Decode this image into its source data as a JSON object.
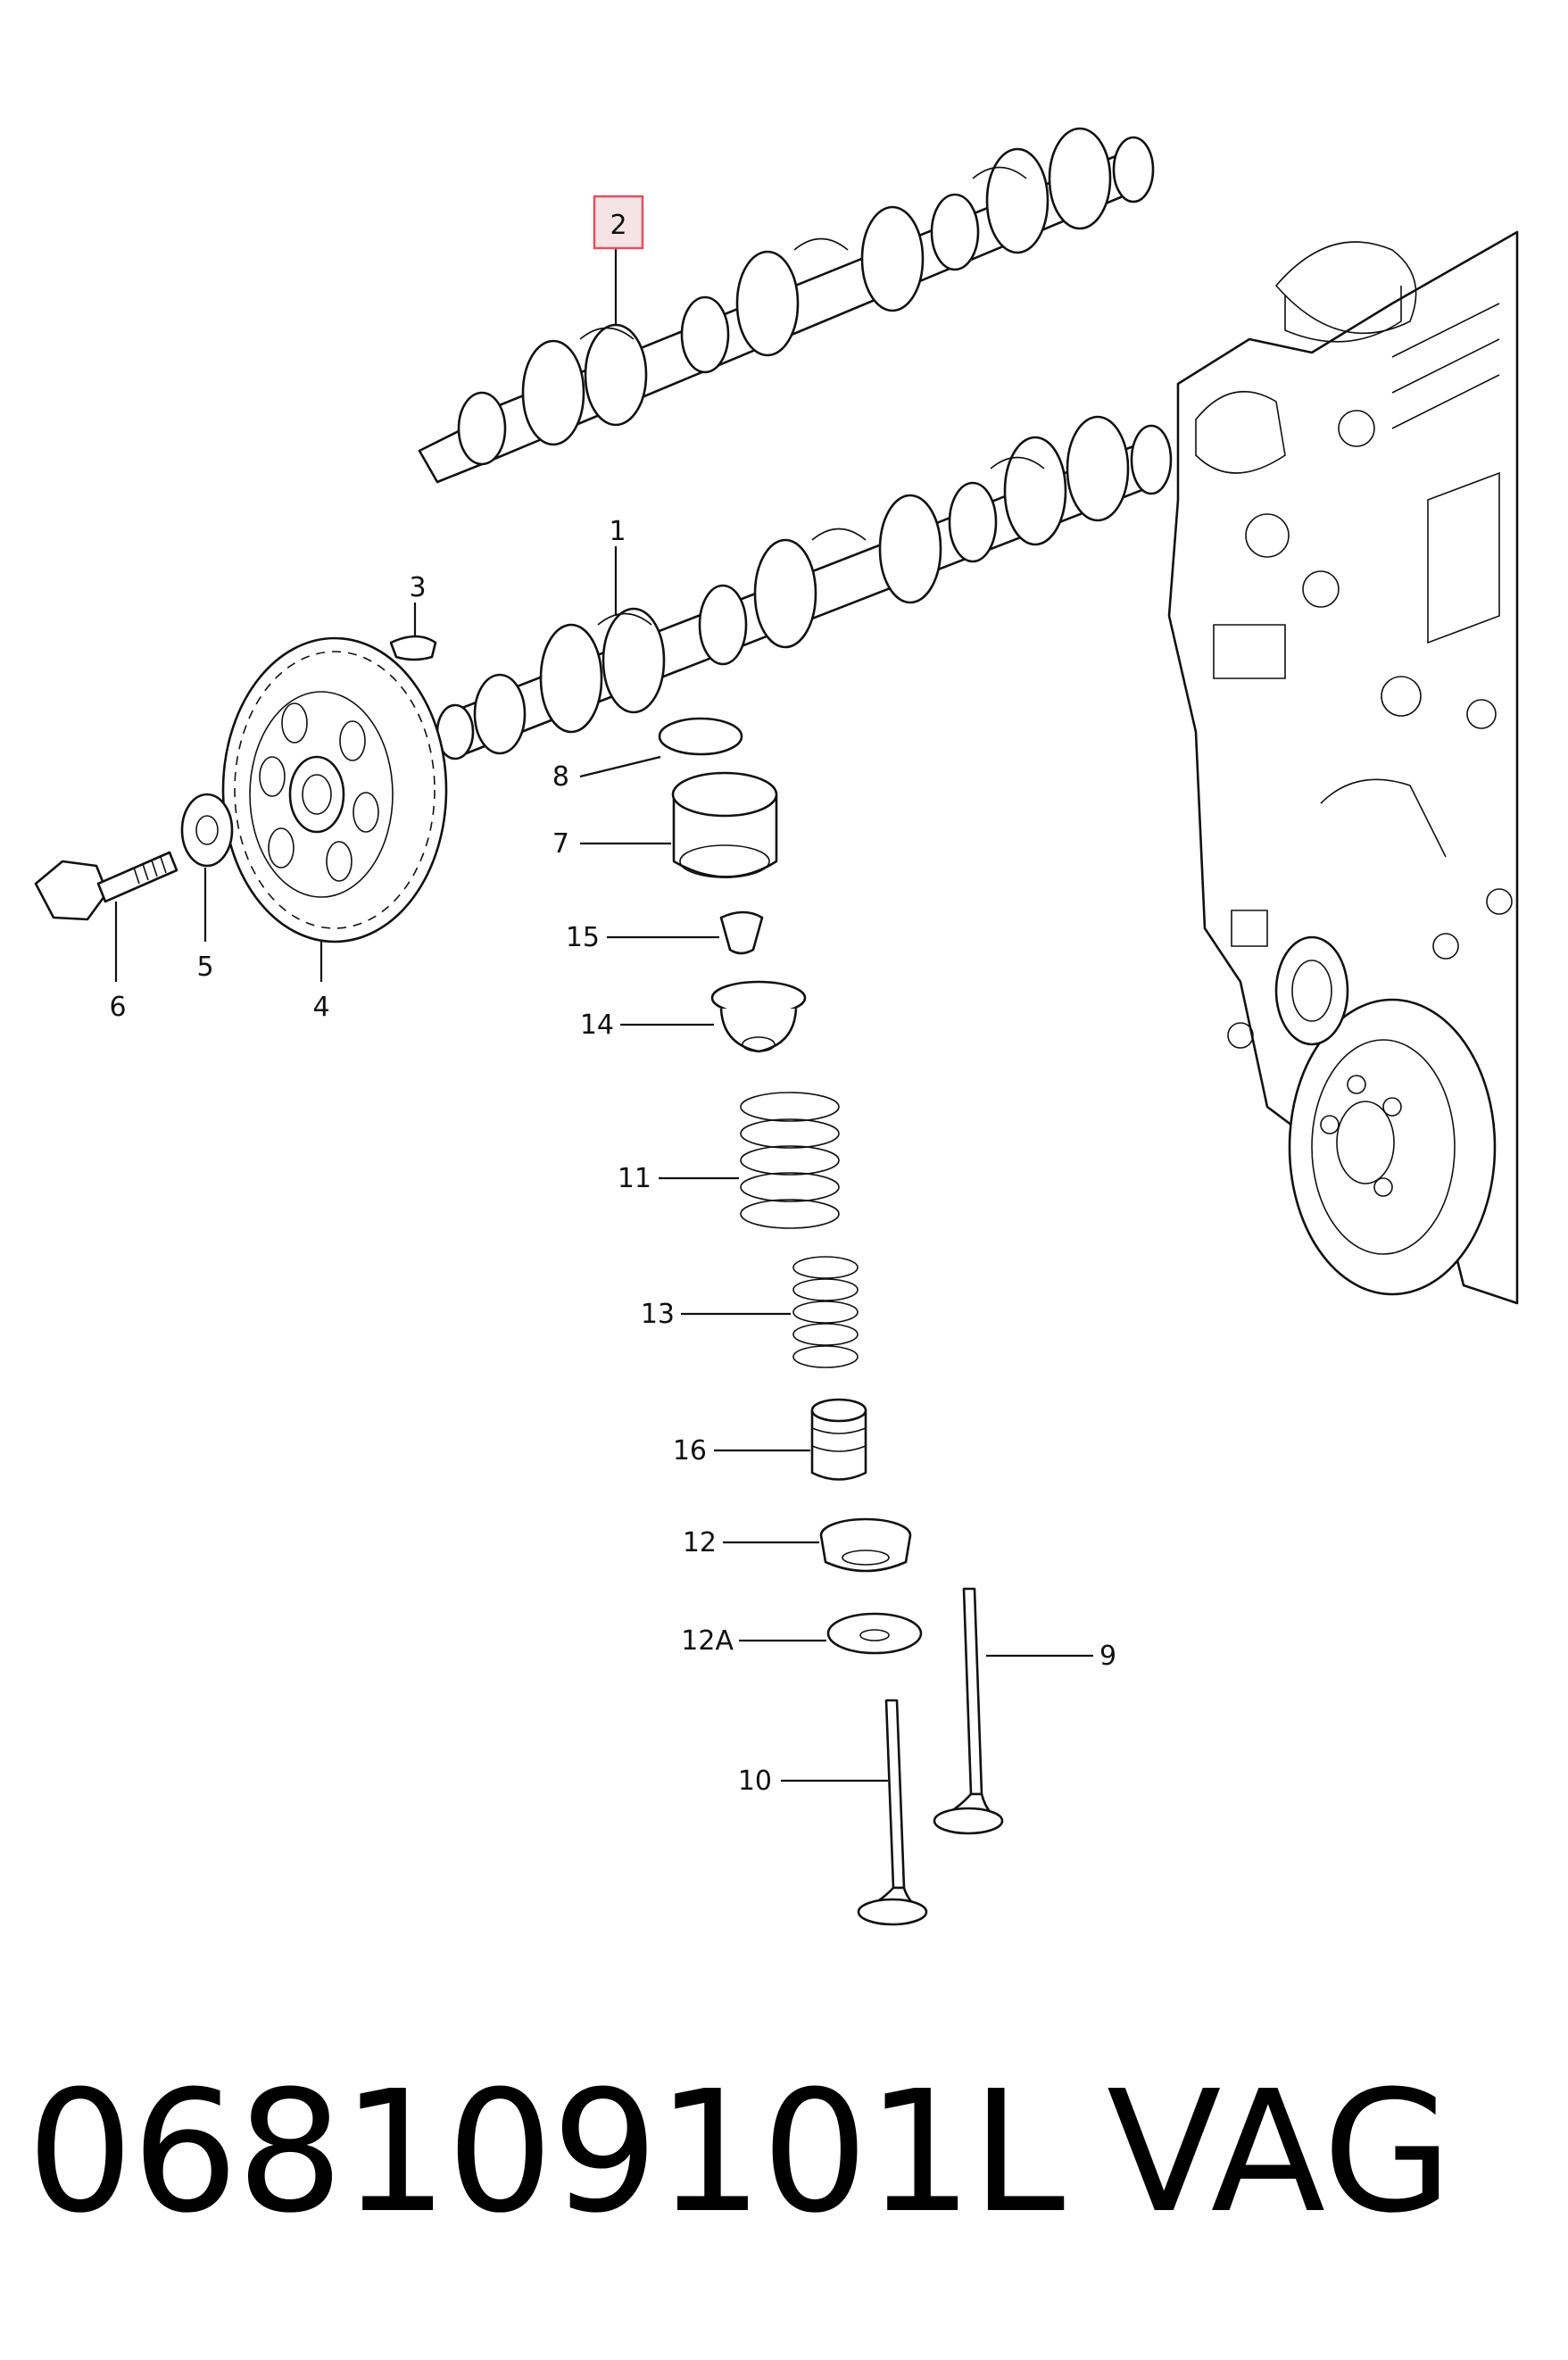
{
  "callouts": [
    {
      "id": "2",
      "highlight": true
    },
    {
      "id": "1"
    },
    {
      "id": "3"
    },
    {
      "id": "4"
    },
    {
      "id": "5"
    },
    {
      "id": "6"
    },
    {
      "id": "7"
    },
    {
      "id": "8"
    },
    {
      "id": "9"
    },
    {
      "id": "10"
    },
    {
      "id": "11"
    },
    {
      "id": "12"
    },
    {
      "id": "12A"
    },
    {
      "id": "13"
    },
    {
      "id": "14"
    },
    {
      "id": "15"
    },
    {
      "id": "16"
    }
  ],
  "footer": {
    "part_number": "068109101L",
    "brand": "VAG"
  },
  "colors": {
    "highlight_fill": "#f6e3e6",
    "highlight_stroke": "#e0505e",
    "line": "#111111"
  }
}
